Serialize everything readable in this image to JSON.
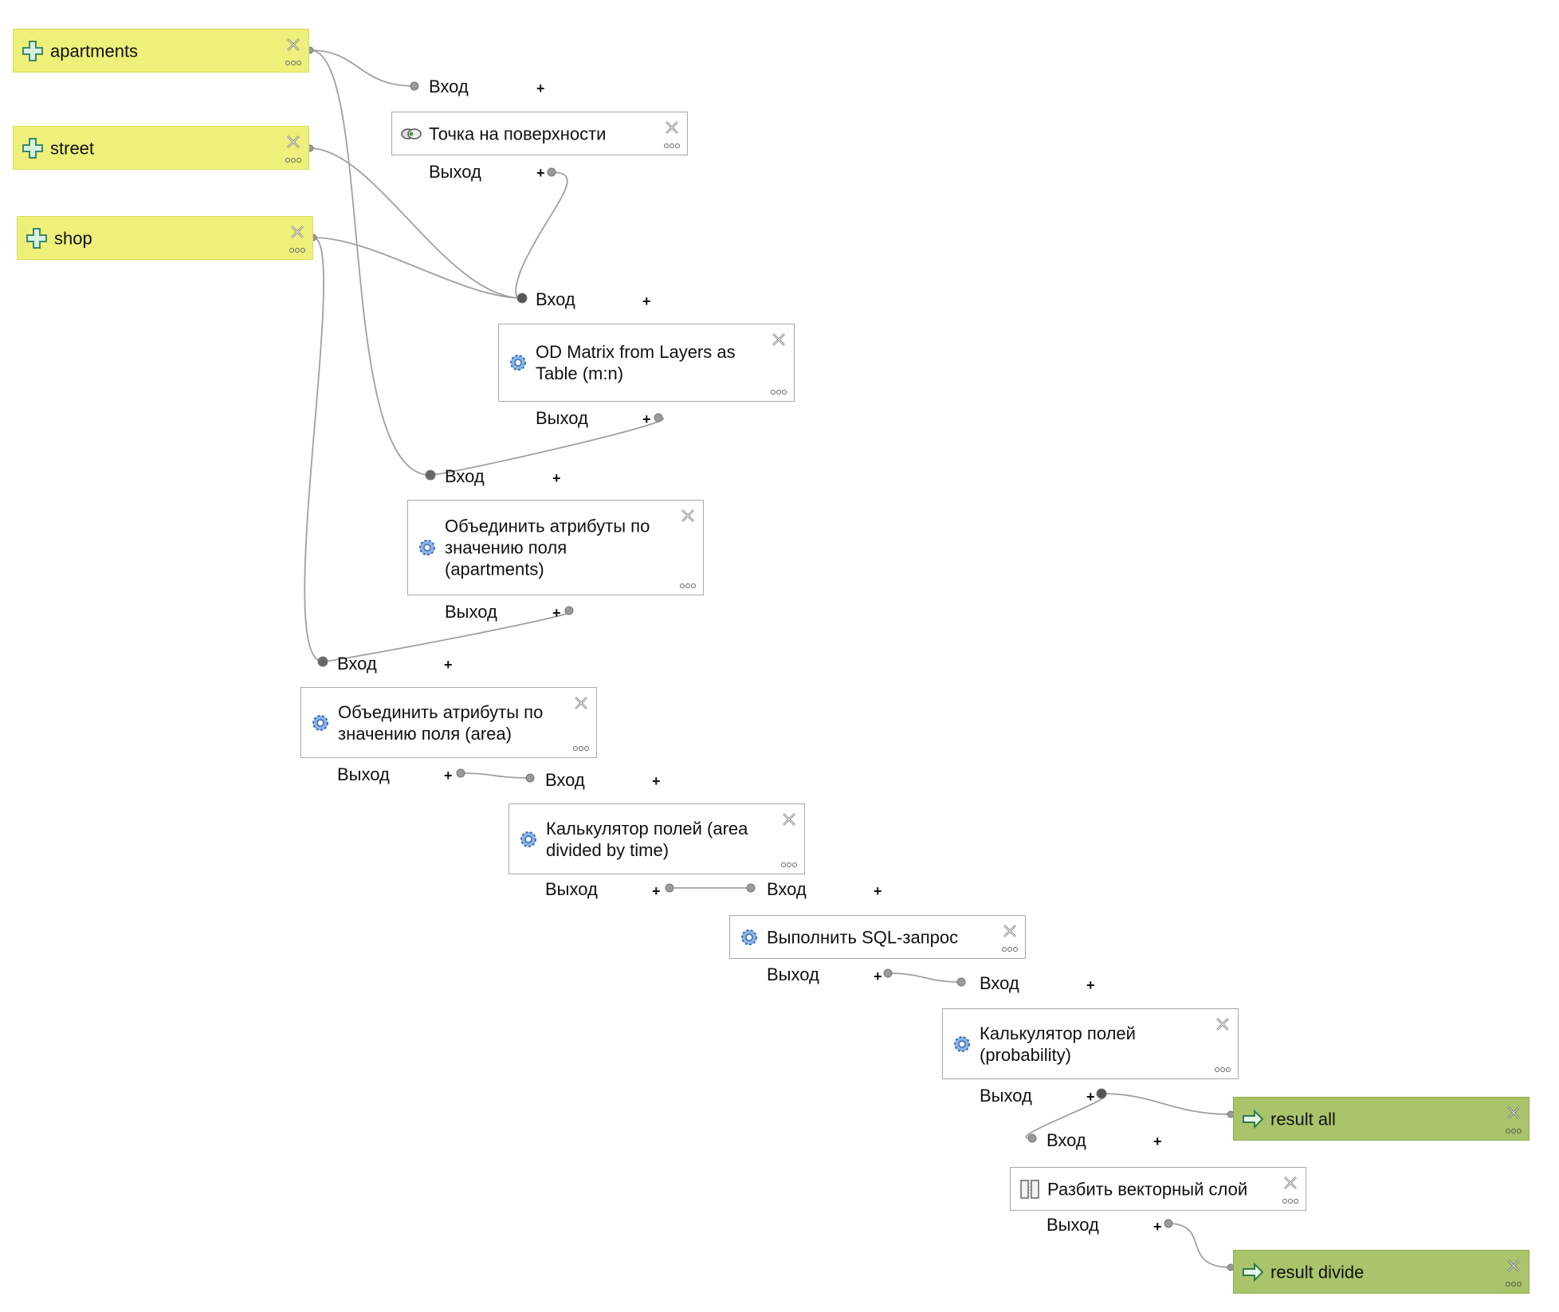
{
  "inputs": {
    "apartments": "apartments",
    "street": "street",
    "shop": "shop"
  },
  "algorithms": {
    "point_on_surface": "Точка на поверхности",
    "od_matrix": "OD Matrix from Layers as\nTable (m:n)",
    "join_apartments": "Объединить атрибуты по\nзначению поля\n(apartments)",
    "join_area": "Объединить атрибуты по\nзначению поля (area)",
    "calc_area": "Калькулятор полей (area\ndivided by time)",
    "sql": "Выполнить SQL-запрос",
    "calc_prob": "Калькулятор полей\n(probability)",
    "split": "Разбить векторный слой"
  },
  "outputs": {
    "result_all": "result all",
    "result_divide": "result divide"
  },
  "ports": {
    "input_label": "Вход",
    "output_label": "Выход",
    "plus": "+"
  },
  "icons": {
    "input_icon": "plus-icon",
    "algorithm_icon": "gear-icon",
    "point_icon": "point-on-surface-icon",
    "split_icon": "split-layer-icon",
    "output_icon": "arrow-right-icon",
    "close_icon": "close-icon",
    "more_icon": "more-icon"
  },
  "colors": {
    "input_fill": "#eef07a",
    "output_fill": "#a9c46a",
    "wire": "#a0a0a0"
  }
}
